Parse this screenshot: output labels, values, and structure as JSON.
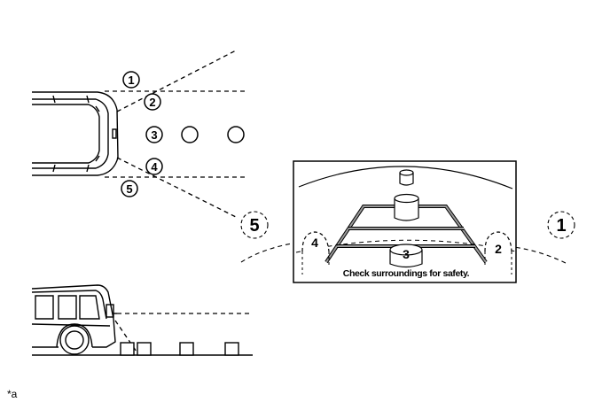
{
  "top_view": {
    "zone_markers": [
      "1",
      "2",
      "3",
      "4",
      "5"
    ]
  },
  "camera_display": {
    "message": "Check surroundings for safety.",
    "markers": {
      "left_outer": "5",
      "left_inner": "4",
      "center": "3",
      "right_inner": "2",
      "right_outer": "1"
    }
  },
  "footnote": "*a"
}
